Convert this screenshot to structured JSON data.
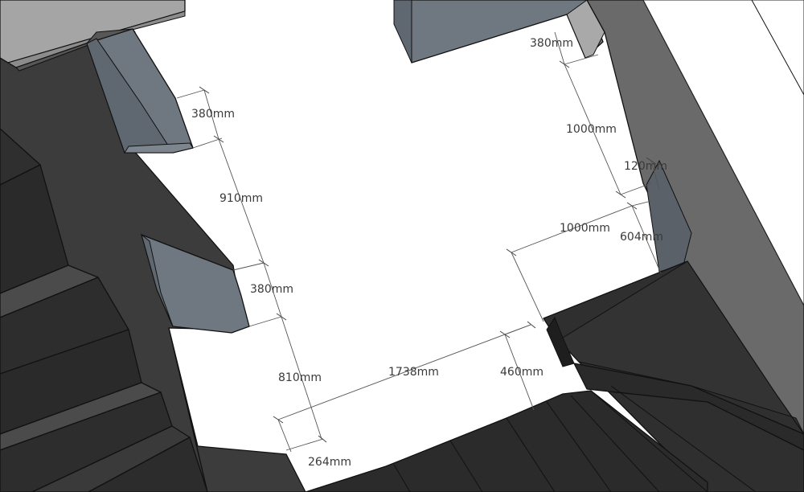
{
  "dimensions": {
    "d_380_left_top": "380mm",
    "d_910_left": "910mm",
    "d_380_left_mid": "380mm",
    "d_810_left": "810mm",
    "d_264_bottom": "264mm",
    "d_1738_bottom": "1738mm",
    "d_460_right": "460mm",
    "d_1000_right_horiz": "1000mm",
    "d_604_right": "604mm",
    "d_120_right": "120mm",
    "d_1000_right_vert": "1000mm",
    "d_380_right_top": "380mm"
  },
  "colors": {
    "floor": "#ffffff",
    "wall_dark": "#3c3c3c",
    "wall_mid": "#6f6f6f",
    "wall_light": "#a2a2a2",
    "slab_top": "#5d6670",
    "slab_face": "#6f7880",
    "stair_tread": "#2f2f2f",
    "stair_riser": "#262626"
  }
}
